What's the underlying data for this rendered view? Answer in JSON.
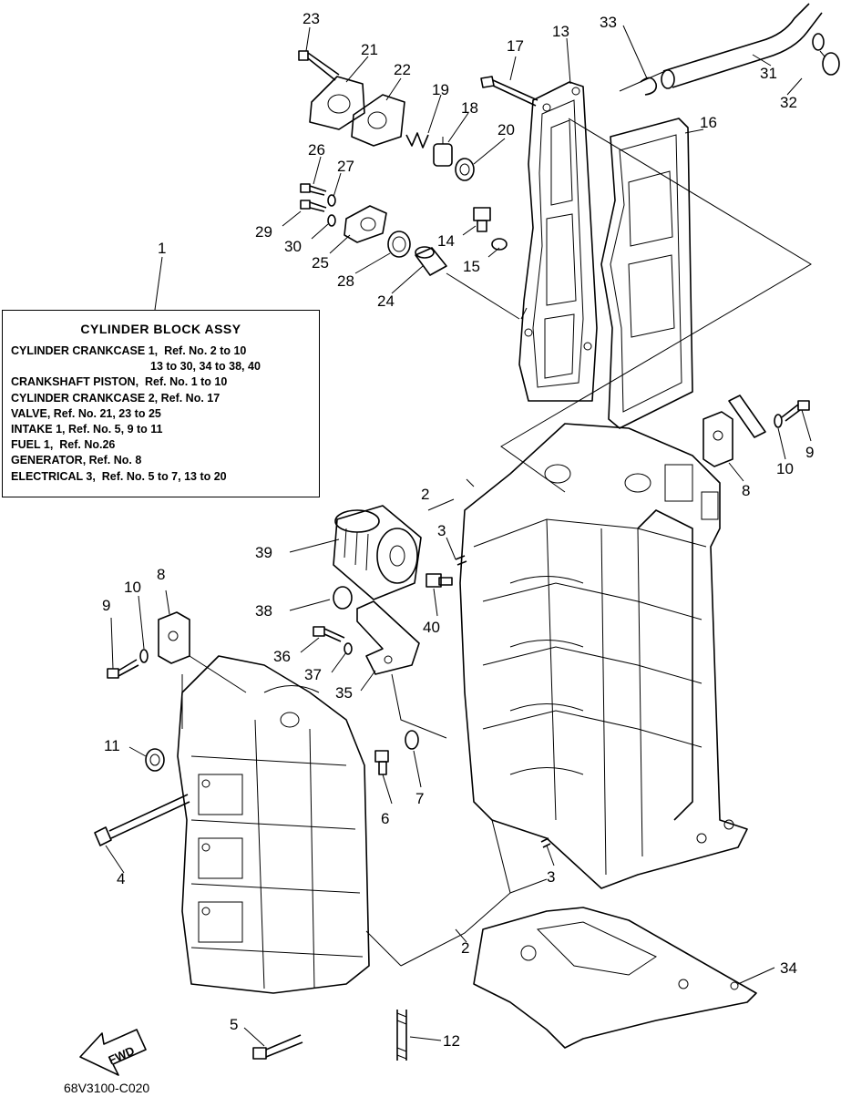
{
  "assembly_box": {
    "title": "CYLINDER BLOCK ASSY",
    "lines": [
      "CYLINDER CRANKCASE 1,  Ref. No. 2 to 10",
      "13 to 30, 34 to 38, 40",
      "CRANKSHAFT PISTON,  Ref. No. 1 to 10",
      "CYLINDER CRANKCASE 2, Ref. No. 17",
      "VALVE, Ref. No. 21, 23 to 25",
      "INTAKE 1, Ref. No. 5, 9 to 11",
      "FUEL 1,  Ref. No.26",
      "GENERATOR, Ref. No. 8",
      "ELECTRICAL 3,  Ref. No. 5 to 7, 13 to 20"
    ]
  },
  "fwd_label": "FWD",
  "drawing_code": "68V3100-C020",
  "callouts": {
    "c1": "1",
    "c2a": "2",
    "c2b": "2",
    "c3a": "3",
    "c3b": "3",
    "c4": "4",
    "c5": "5",
    "c6": "6",
    "c7": "7",
    "c8a": "8",
    "c8b": "8",
    "c9a": "9",
    "c9b": "9",
    "c10a": "10",
    "c10b": "10",
    "c11": "11",
    "c12": "12",
    "c13": "13",
    "c14": "14",
    "c15": "15",
    "c16": "16",
    "c17": "17",
    "c18": "18",
    "c19": "19",
    "c20": "20",
    "c21": "21",
    "c22": "22",
    "c23": "23",
    "c24": "24",
    "c25": "25",
    "c26": "26",
    "c27": "27",
    "c28": "28",
    "c29": "29",
    "c30": "30",
    "c31": "31",
    "c32": "32",
    "c33": "33",
    "c34": "34",
    "c35": "35",
    "c36": "36",
    "c37": "37",
    "c38": "38",
    "c39": "39",
    "c40": "40"
  }
}
